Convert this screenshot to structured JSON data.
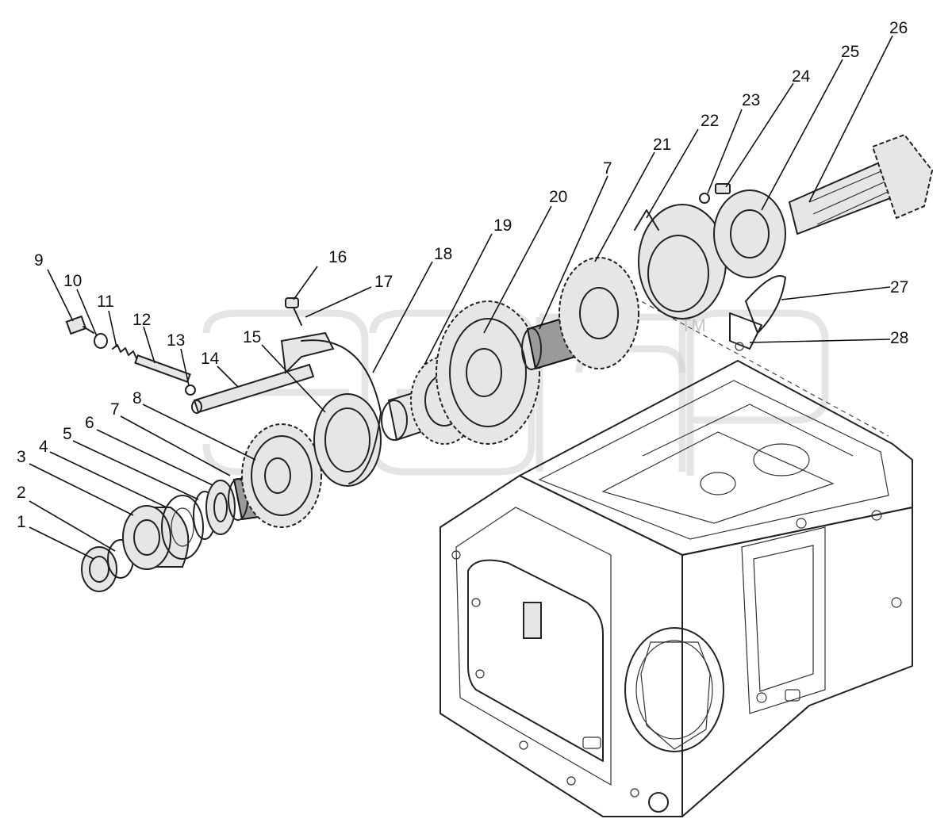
{
  "diagram": {
    "callouts": {
      "c1": "1",
      "c2": "2",
      "c3": "3",
      "c4": "4",
      "c5": "5",
      "c6": "6",
      "c7a": "7",
      "c7b": "7",
      "c8": "8",
      "c9": "9",
      "c10": "10",
      "c11": "11",
      "c12": "12",
      "c13": "13",
      "c14": "14",
      "c15": "15",
      "c16": "16",
      "c17": "17",
      "c18": "18",
      "c19": "19",
      "c20": "20",
      "c21": "21",
      "c22": "22",
      "c23": "23",
      "c24": "24",
      "c25": "25",
      "c26": "26",
      "c27": "27",
      "c28": "28"
    },
    "watermark": {
      "trademark": "TM"
    }
  }
}
